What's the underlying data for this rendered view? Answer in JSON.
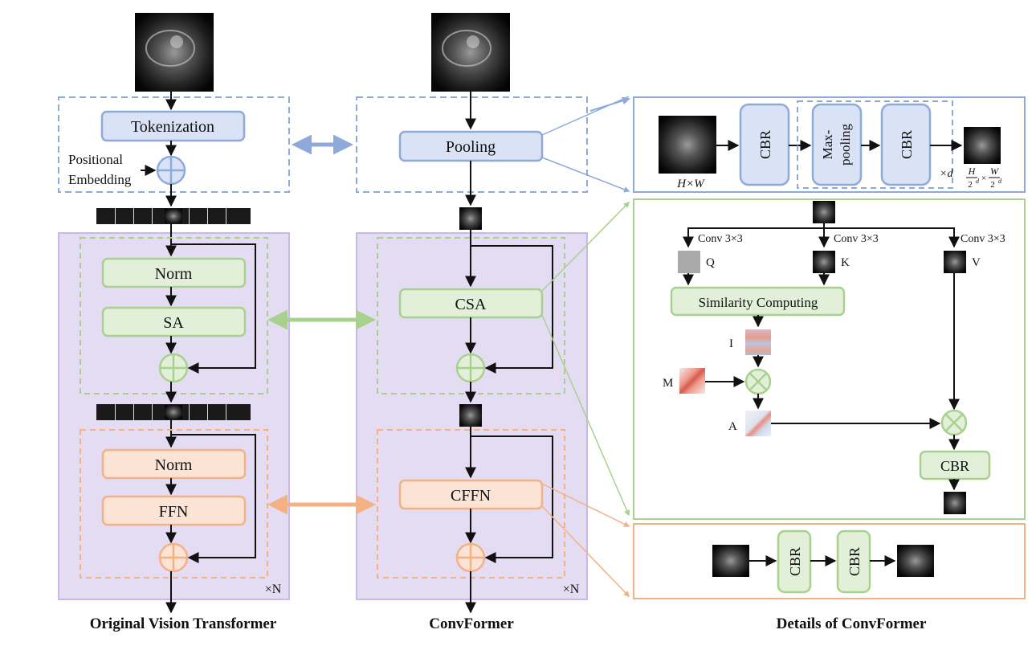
{
  "labels": {
    "tokenization": "Tokenization",
    "positional_1": "Positional",
    "positional_2": "Embedding",
    "vit_norm1": "Norm",
    "vit_sa": "SA",
    "vit_norm2": "Norm",
    "vit_ffn": "FFN",
    "vit_repeat": "×N",
    "pooling": "Pooling",
    "csa": "CSA",
    "cffn": "CFFN",
    "conv_repeat": "×N",
    "cbr_pool_1": "CBR",
    "maxpool_1": "Max-",
    "maxpool_2": "pooling",
    "cbr_pool_2": "CBR",
    "pool_repeat": "×d",
    "input_size": "H×W",
    "out_size_h": "H",
    "out_size_den_h": "2",
    "out_size_exp_h": "d",
    "out_size_times": "×",
    "out_size_w": "W",
    "out_size_den_w": "2",
    "out_size_exp_w": "d",
    "conv_q": "Conv 3×3",
    "conv_k": "Conv 3×3",
    "conv_v": "Conv 3×3",
    "q": "Q",
    "k": "K",
    "v": "V",
    "similarity": "Similarity Computing",
    "i": "I",
    "m": "M",
    "a": "A",
    "cbr_csa": "CBR",
    "cbr_ffn_1": "CBR",
    "cbr_ffn_2": "CBR"
  },
  "captions": {
    "vit": "Original Vision Transformer",
    "convformer": "ConvFormer",
    "details": "Details of ConvFormer"
  },
  "colors": {
    "blue_stroke": "#8eaadb",
    "blue_fill": "#d9e3f5",
    "green_stroke": "#a9d18e",
    "green_fill": "#e2f0d9",
    "orange_stroke": "#f4b183",
    "orange_fill": "#fbe3d6",
    "purple_fill": "#e4dcf3",
    "purple_stroke": "#c8b9e6"
  }
}
